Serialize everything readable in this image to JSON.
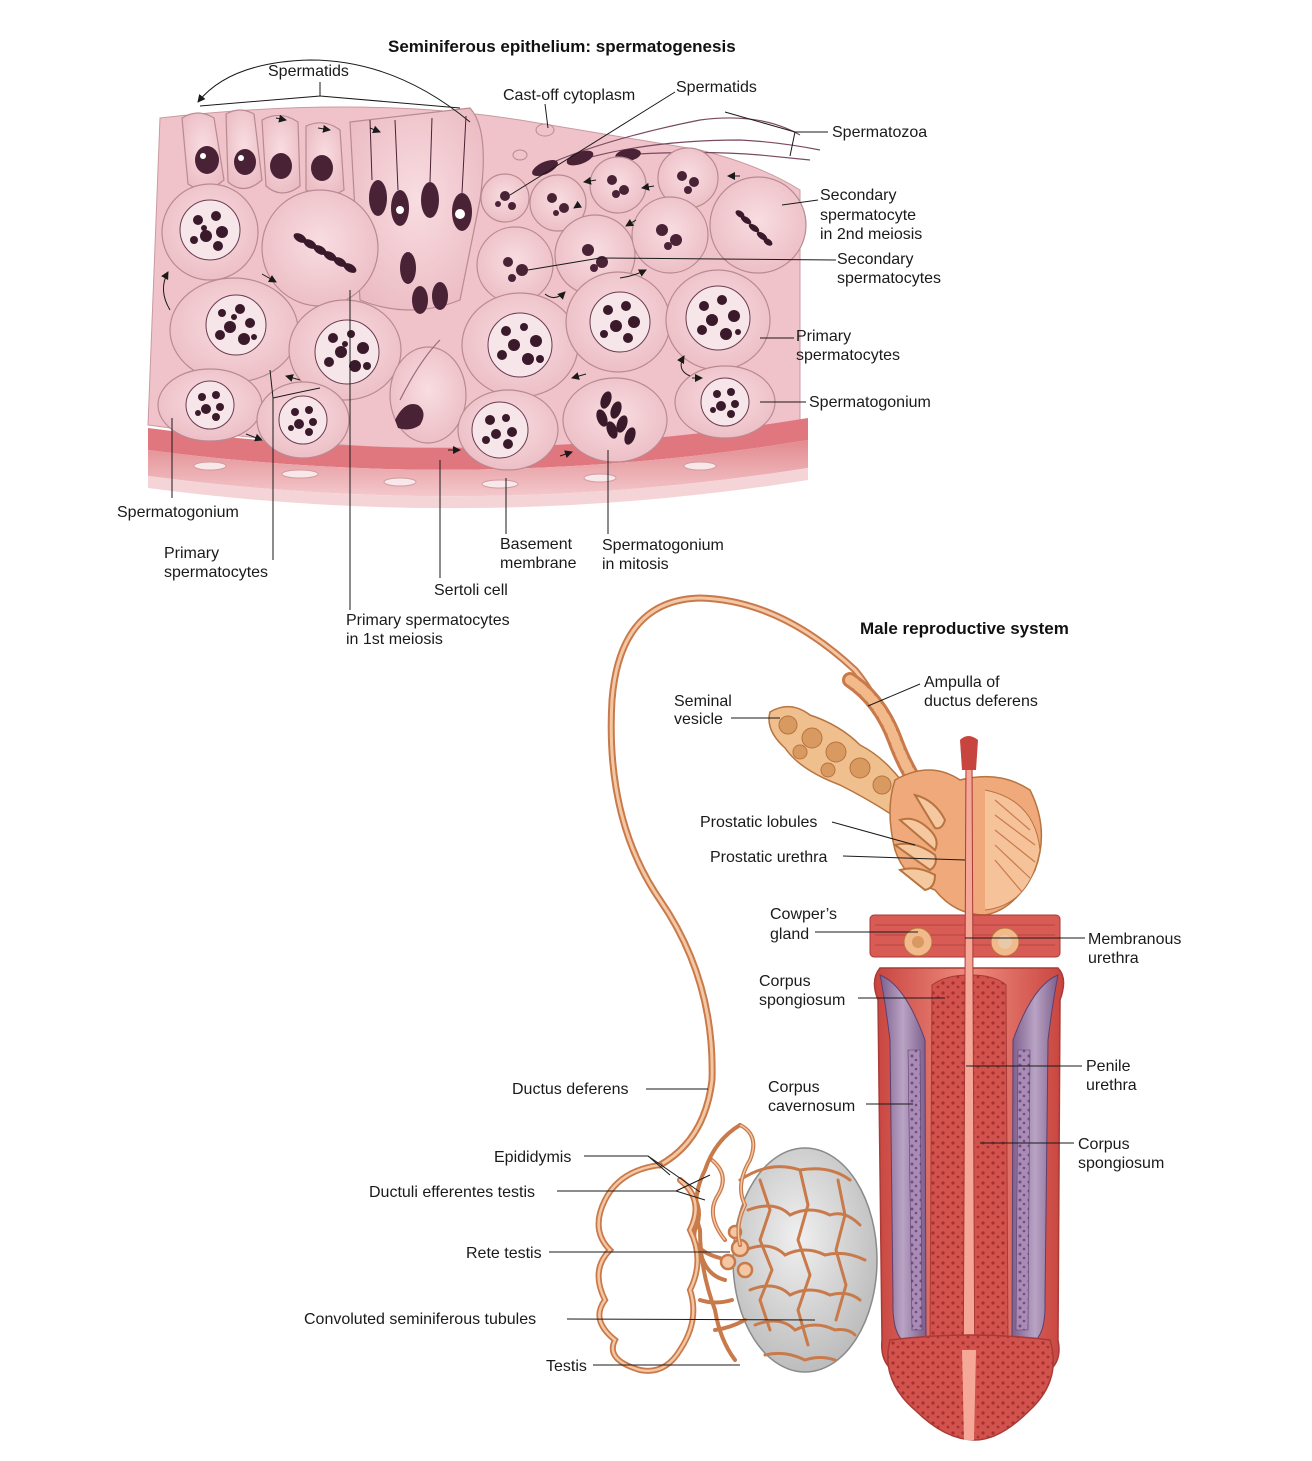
{
  "titles": {
    "epithelium": "Seminiferous epithelium: spermatogenesis",
    "system": "Male reproductive system"
  },
  "epithelium_labels": {
    "spermatids_top": "Spermatids",
    "cast_off_cytoplasm": "Cast-off cytoplasm",
    "spermatids_right": "Spermatids",
    "spermatozoa": "Spermatozoa",
    "secondary_spermatocyte_2nd_meiosis": [
      "Secondary",
      "spermatocyte",
      "in 2nd meiosis"
    ],
    "secondary_spermatocytes": [
      "Secondary",
      "spermatocytes"
    ],
    "primary_spermatocytes_right": [
      "Primary",
      "spermatocytes"
    ],
    "spermatogonium_right": "Spermatogonium",
    "spermatogonium_left": "Spermatogonium",
    "primary_spermatocytes_left": [
      "Primary",
      "spermatocytes"
    ],
    "sertoli_cell": "Sertoli cell",
    "basement_membrane": [
      "Basement",
      "membrane"
    ],
    "spermatogonium_in_mitosis": [
      "Spermatogonium",
      "in mitosis"
    ],
    "primary_spermatocytes_1st_meiosis": [
      "Primary spermatocytes",
      "in 1st meiosis"
    ]
  },
  "system_labels": {
    "seminal_vesicle": [
      "Seminal",
      "vesicle"
    ],
    "ampulla_of_ductus_deferens": [
      "Ampulla of",
      "ductus deferens"
    ],
    "prostatic_lobules": "Prostatic lobules",
    "prostatic_urethra": "Prostatic urethra",
    "cowpers_gland": [
      "Cowper’s",
      "gland"
    ],
    "membranous_urethra": [
      "Membranous",
      "urethra"
    ],
    "corpus_spongiosum_upper": [
      "Corpus",
      "spongiosum"
    ],
    "penile_urethra": [
      "Penile",
      "urethra"
    ],
    "corpus_cavernosum": [
      "Corpus",
      "cavernosum"
    ],
    "corpus_spongiosum_lower": [
      "Corpus",
      "spongiosum"
    ],
    "ductus_deferens": "Ductus deferens",
    "epididymis": "Epididymis",
    "ductuli_efferentes_testis": "Ductuli efferentes testis",
    "rete_testis": "Rete testis",
    "convoluted_seminiferous_tubules": "Convoluted seminiferous tubules",
    "testis": "Testis"
  },
  "colors": {
    "cell_fill": "#f2c9cf",
    "cell_stroke": "#b98a92",
    "nucleus": "#3a1a2a",
    "tissue_pink": "#eab0b8",
    "duct_orange": "#e5a070",
    "penis_red": "#d9534f",
    "cavernosum_purple": "#9b7fa6",
    "testis_gray": "#cfcfcf"
  }
}
